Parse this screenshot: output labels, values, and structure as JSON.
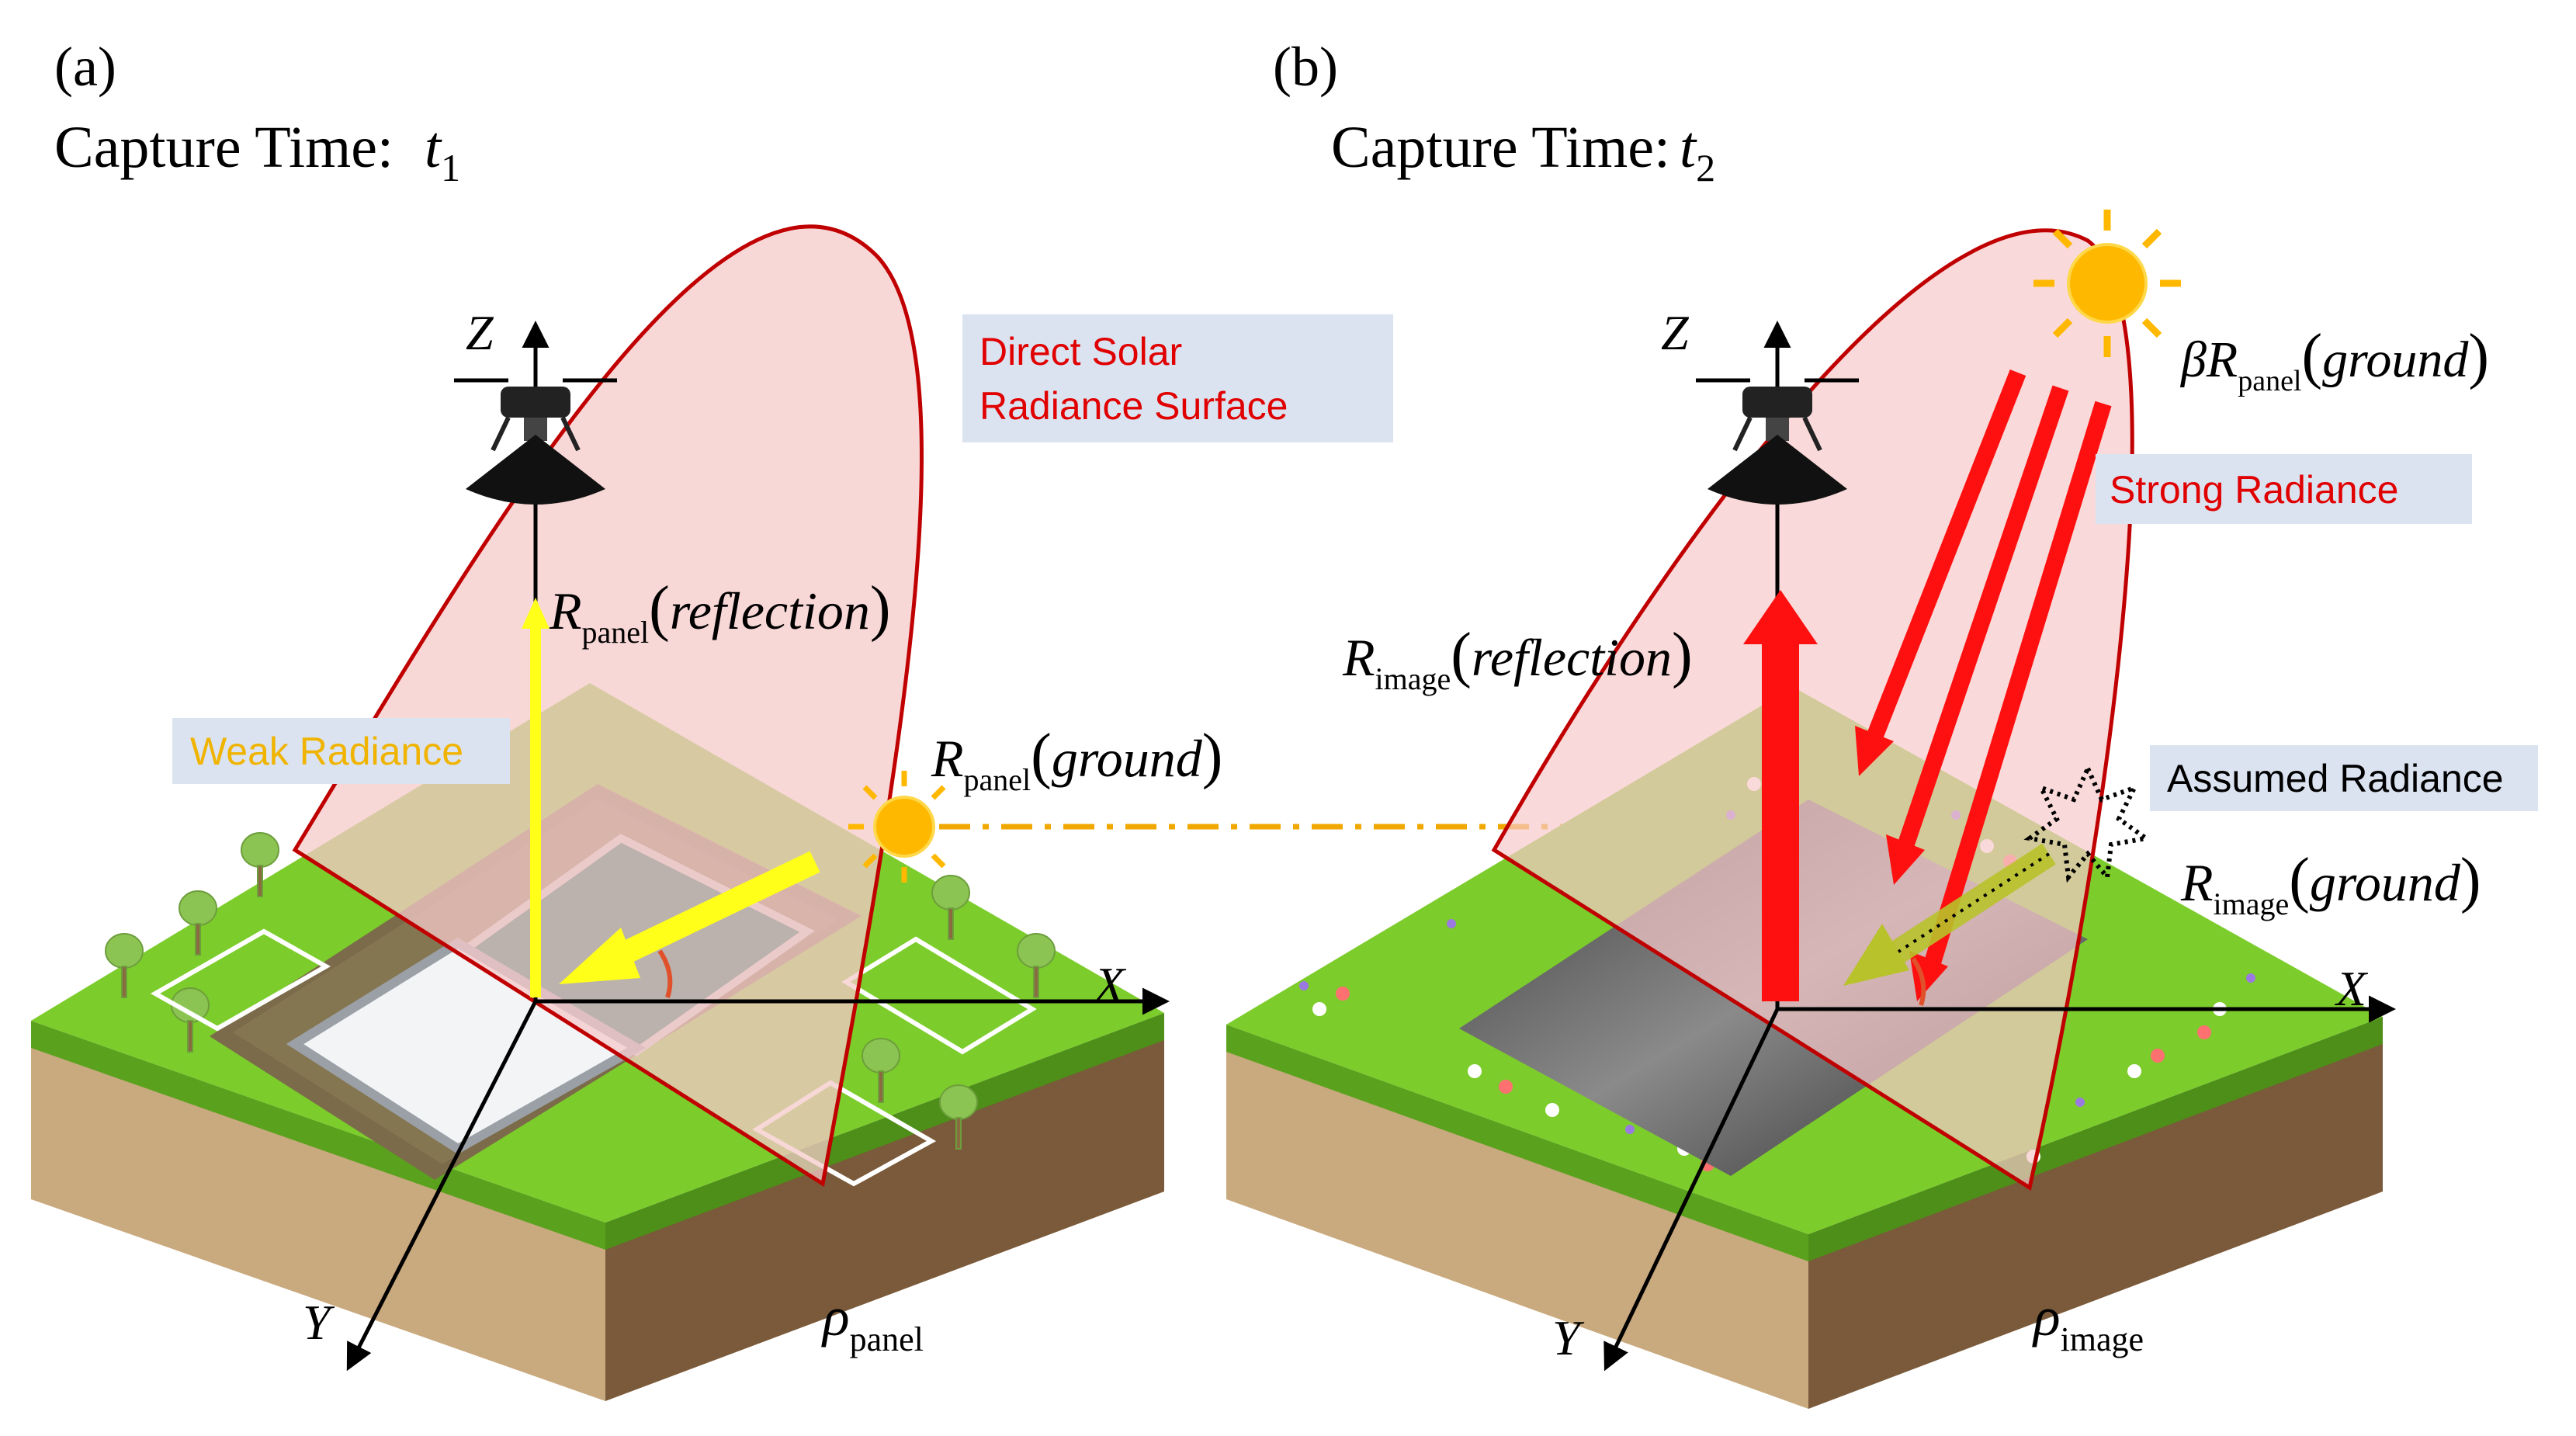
{
  "panel_a": {
    "label": "(a)",
    "capture_prefix": "Capture Time:",
    "time_var": "t",
    "time_sub": "1",
    "axis_z": "Z",
    "axis_x": "X",
    "axis_y": "Y",
    "surface_label_line1": "Direct Solar",
    "surface_label_line2": "Radiance Surface",
    "weak_label": "Weak Radiance",
    "r_reflection": {
      "sym": "R",
      "sub": "panel",
      "arg": "reflection"
    },
    "r_ground": {
      "sym": "R",
      "sub": "panel",
      "arg": "ground"
    },
    "rho": {
      "sym": "ρ",
      "sub": "panel"
    }
  },
  "panel_b": {
    "label": "(b)",
    "capture_prefix": "Capture Time:",
    "time_var": "t",
    "time_sub": "2",
    "axis_z": "Z",
    "axis_x": "X",
    "axis_y": "Y",
    "strong_label": "Strong Radiance",
    "assumed_label": "Assumed Radiance",
    "beta_ground": {
      "prefix": "β",
      "sym": "R",
      "sub": "panel",
      "arg": "ground"
    },
    "r_reflection": {
      "sym": "R",
      "sub": "image",
      "arg": "reflection"
    },
    "r_ground": {
      "sym": "R",
      "sub": "image",
      "arg": "ground"
    },
    "rho": {
      "sym": "ρ",
      "sub": "image"
    }
  },
  "colors": {
    "grass": "#7ccc2c",
    "soil": "#7a5a3a",
    "surface_fill": "#f6c9c9",
    "surface_stroke": "#c00000",
    "label_box": "#dbe3f1",
    "red_text": "#e00000",
    "weak_text": "#f0b400",
    "yellow_arrow": "#ffff1a",
    "red_arrow": "#ff1010",
    "sun": "#ffb800",
    "dash": "#f0a800"
  }
}
